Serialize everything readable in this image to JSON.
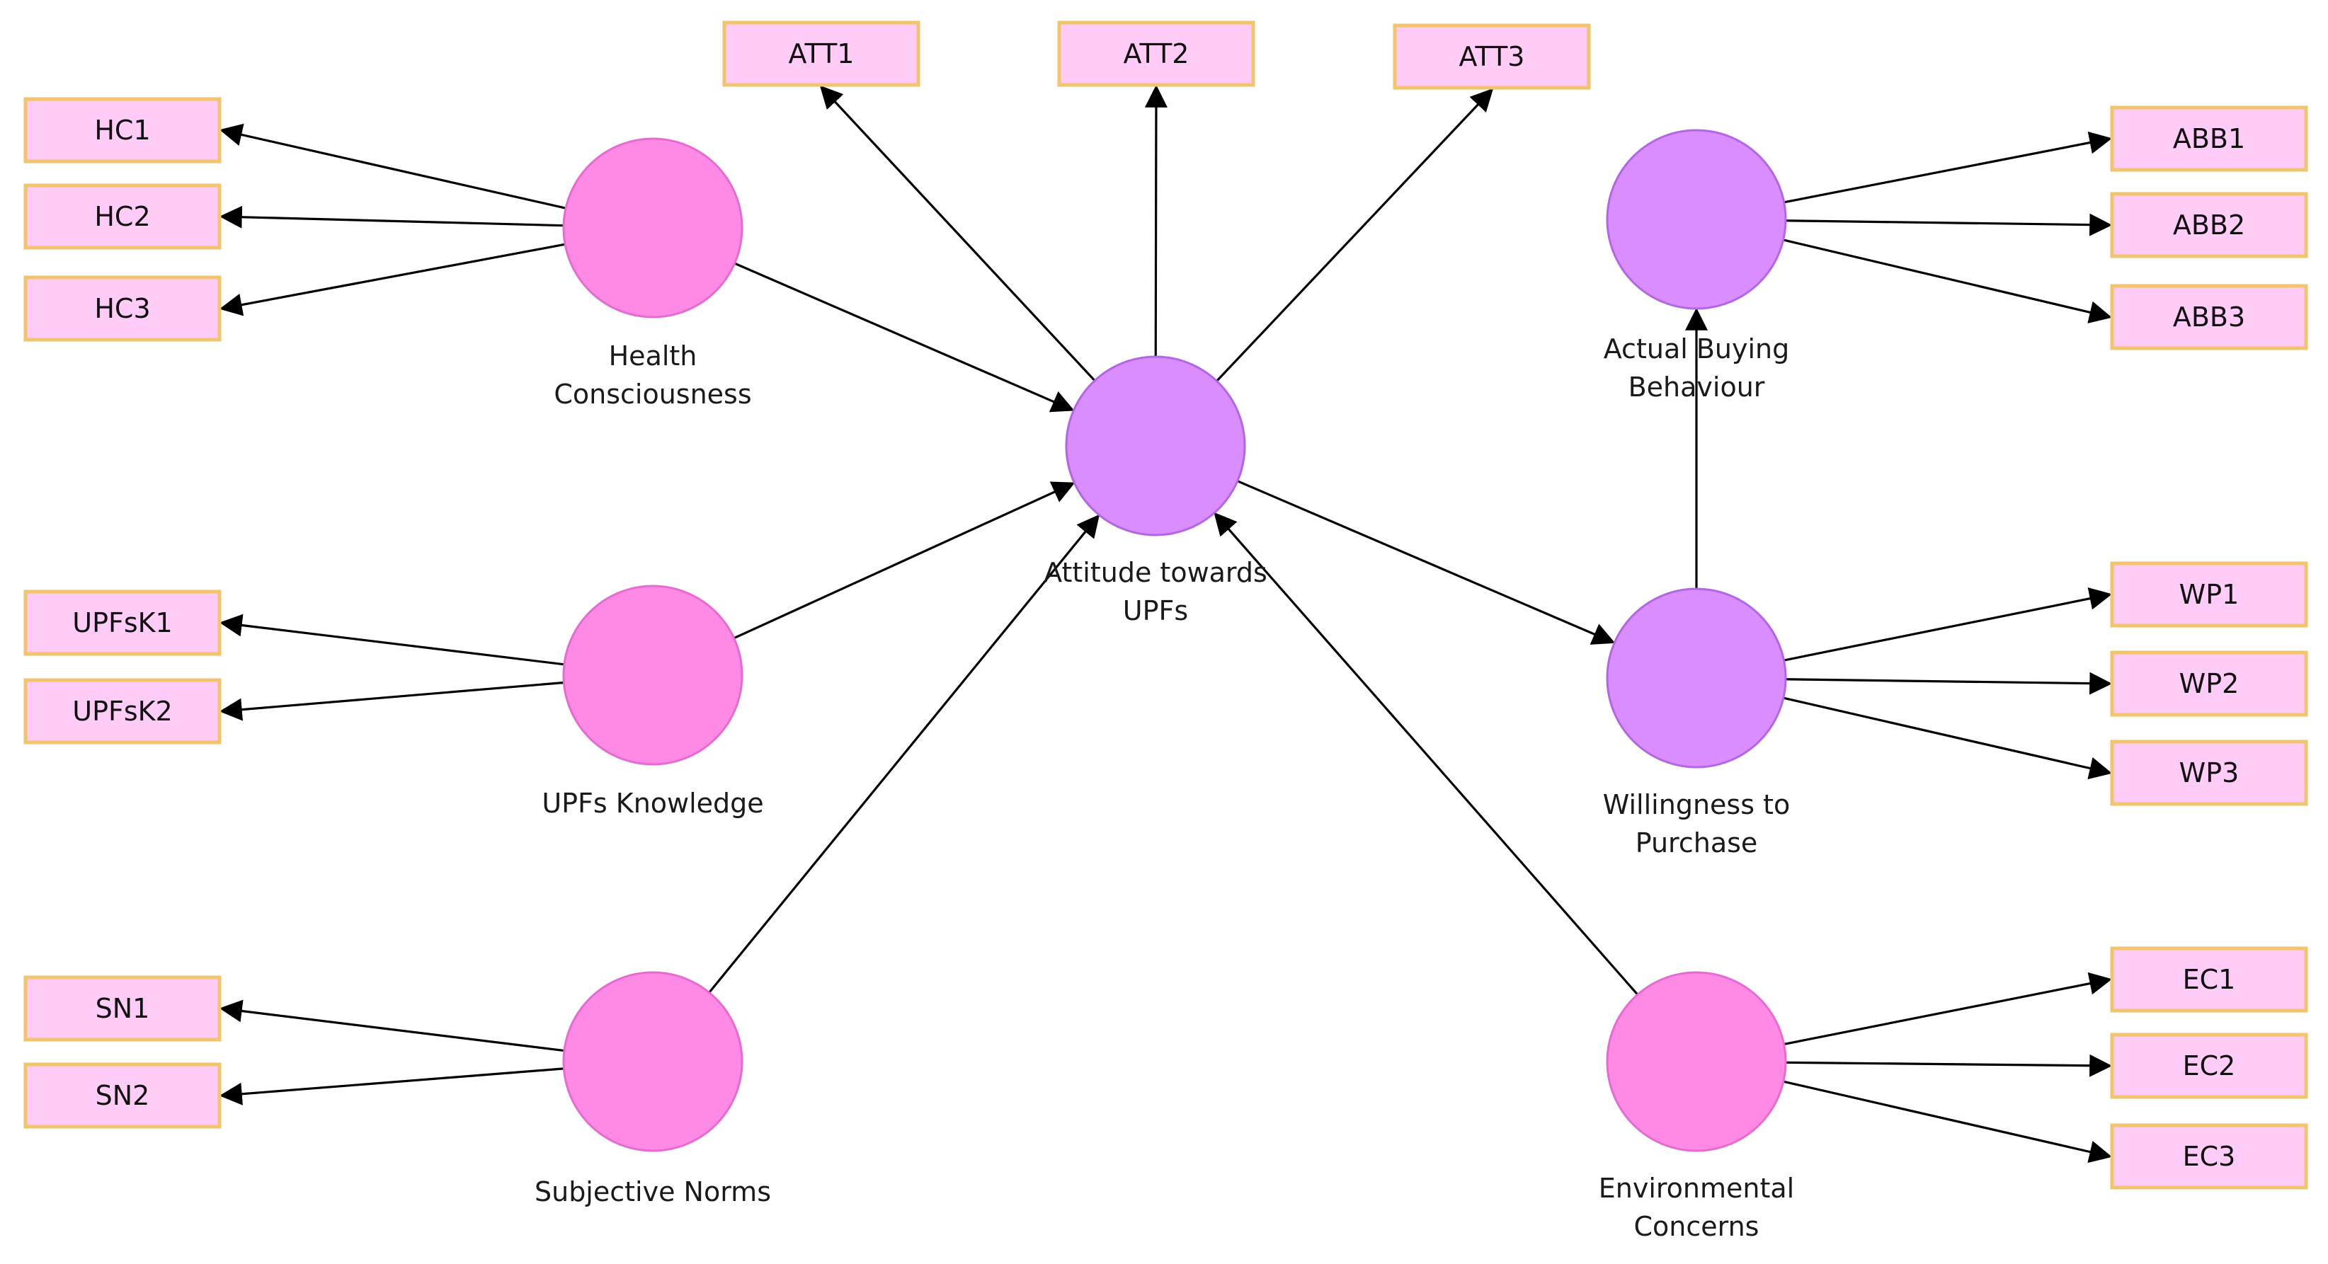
{
  "colors": {
    "construct_exogenous": "#ff8ae6",
    "construct_endogenous": "#d98dff",
    "construct_stroke_exogenous": "#e66ad0",
    "construct_stroke_endogenous": "#b266e6",
    "indicator_fill": "#ffccf7",
    "indicator_stroke": "#f2c46b",
    "arrow": "#000000"
  },
  "constructs": [
    {
      "id": "HC",
      "lines": [
        "Health",
        "Consciousness"
      ],
      "type": "exogenous"
    },
    {
      "id": "UPFK",
      "lines": [
        "UPFs Knowledge"
      ],
      "type": "exogenous"
    },
    {
      "id": "SN",
      "lines": [
        "Subjective Norms"
      ],
      "type": "exogenous"
    },
    {
      "id": "ATT",
      "lines": [
        "Attitude towards",
        "UPFs"
      ],
      "type": "endogenous"
    },
    {
      "id": "ABB",
      "lines": [
        "Actual Buying",
        "Behaviour"
      ],
      "type": "endogenous"
    },
    {
      "id": "WP",
      "lines": [
        "Willingness to",
        "Purchase"
      ],
      "type": "endogenous"
    },
    {
      "id": "EC",
      "lines": [
        "Environmental",
        "Concerns"
      ],
      "type": "exogenous"
    }
  ],
  "indicators": [
    {
      "label": "HC1",
      "construct": "HC"
    },
    {
      "label": "HC2",
      "construct": "HC"
    },
    {
      "label": "HC3",
      "construct": "HC"
    },
    {
      "label": "UPFsK1",
      "construct": "UPFK"
    },
    {
      "label": "UPFsK2",
      "construct": "UPFK"
    },
    {
      "label": "SN1",
      "construct": "SN"
    },
    {
      "label": "SN2",
      "construct": "SN"
    },
    {
      "label": "ATT1",
      "construct": "ATT"
    },
    {
      "label": "ATT2",
      "construct": "ATT"
    },
    {
      "label": "ATT3",
      "construct": "ATT"
    },
    {
      "label": "ABB1",
      "construct": "ABB"
    },
    {
      "label": "ABB2",
      "construct": "ABB"
    },
    {
      "label": "ABB3",
      "construct": "ABB"
    },
    {
      "label": "WP1",
      "construct": "WP"
    },
    {
      "label": "WP2",
      "construct": "WP"
    },
    {
      "label": "WP3",
      "construct": "WP"
    },
    {
      "label": "EC1",
      "construct": "EC"
    },
    {
      "label": "EC2",
      "construct": "EC"
    },
    {
      "label": "EC3",
      "construct": "EC"
    }
  ],
  "paths": [
    {
      "from": "HC",
      "to": "ATT"
    },
    {
      "from": "UPFK",
      "to": "ATT"
    },
    {
      "from": "SN",
      "to": "ATT"
    },
    {
      "from": "EC",
      "to": "ATT"
    },
    {
      "from": "ATT",
      "to": "WP"
    },
    {
      "from": "WP",
      "to": "ABB"
    }
  ]
}
